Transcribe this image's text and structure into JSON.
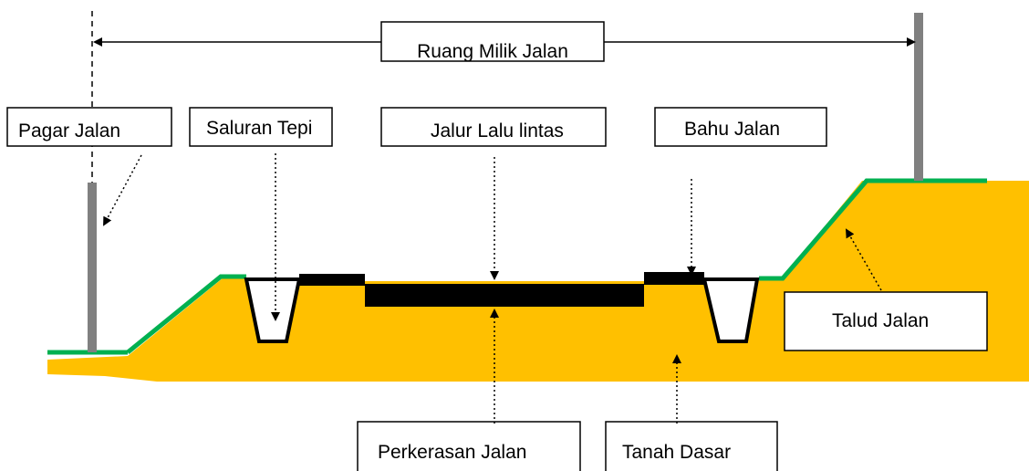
{
  "labels": {
    "right_of_way": "Ruang Milik Jalan",
    "fence": "Pagar Jalan",
    "side_drain": "Saluran Tepi",
    "traffic_lane": "Jalur Lalu lintas",
    "shoulder": "Bahu Jalan",
    "slope": "Talud Jalan",
    "pavement": "Perkerasan Jalan",
    "subgrade": "Tanah Dasar"
  },
  "colors": {
    "soil": "#FFC000",
    "grass": "#00B050",
    "post": "#808080",
    "pavement": "#000000",
    "line": "#000000",
    "background": "#FFFFFF"
  }
}
